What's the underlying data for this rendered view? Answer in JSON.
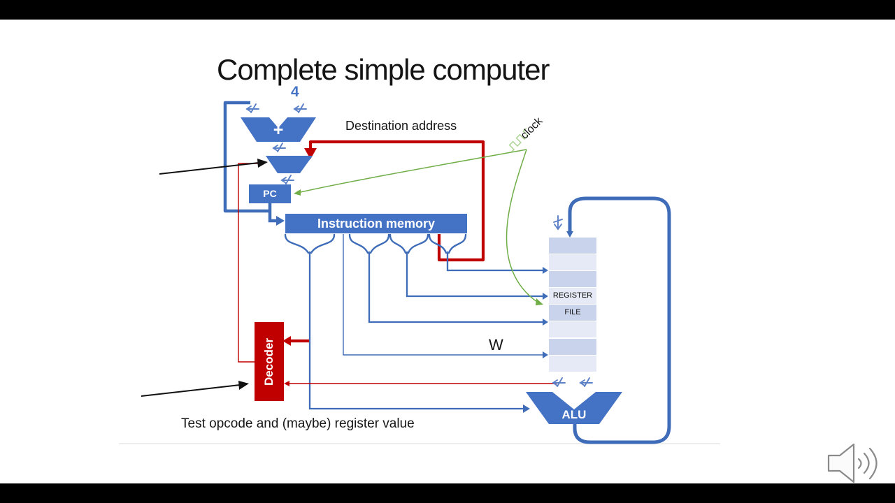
{
  "slide": {
    "title": "Complete simple computer",
    "caption": "Test opcode and (maybe) register value"
  },
  "diagram": {
    "adder": {
      "label": "+",
      "increment_value": "4"
    },
    "destination_address_label": "Destination address",
    "clock_label": "clock",
    "pc_label": "PC",
    "instruction_memory_label": "Instruction memory",
    "decoder_label": "Decoder",
    "alu_label": "ALU",
    "write_label": "W",
    "register_file": {
      "cells": [
        {
          "label": ""
        },
        {
          "label": ""
        },
        {
          "label": ""
        },
        {
          "label": "REGISTER"
        },
        {
          "label": "FILE"
        },
        {
          "label": ""
        },
        {
          "label": ""
        },
        {
          "label": ""
        }
      ]
    }
  },
  "icons": {
    "speaker": "speaker-icon",
    "clock_wave": "clock-waveform-icon",
    "bus_width_marker": "bus-width-marker-icon"
  },
  "colors": {
    "shape_blue": "#4472C4",
    "wire_blue": "#3E6CB8",
    "marker_blue": "#5B80C7",
    "red": "#C00000",
    "green": "#70AD47",
    "clock_green": "#A9D18E",
    "cell_dark": "#C9D3EB",
    "cell_light": "#E6EAF6",
    "letterbox": "#000000"
  }
}
